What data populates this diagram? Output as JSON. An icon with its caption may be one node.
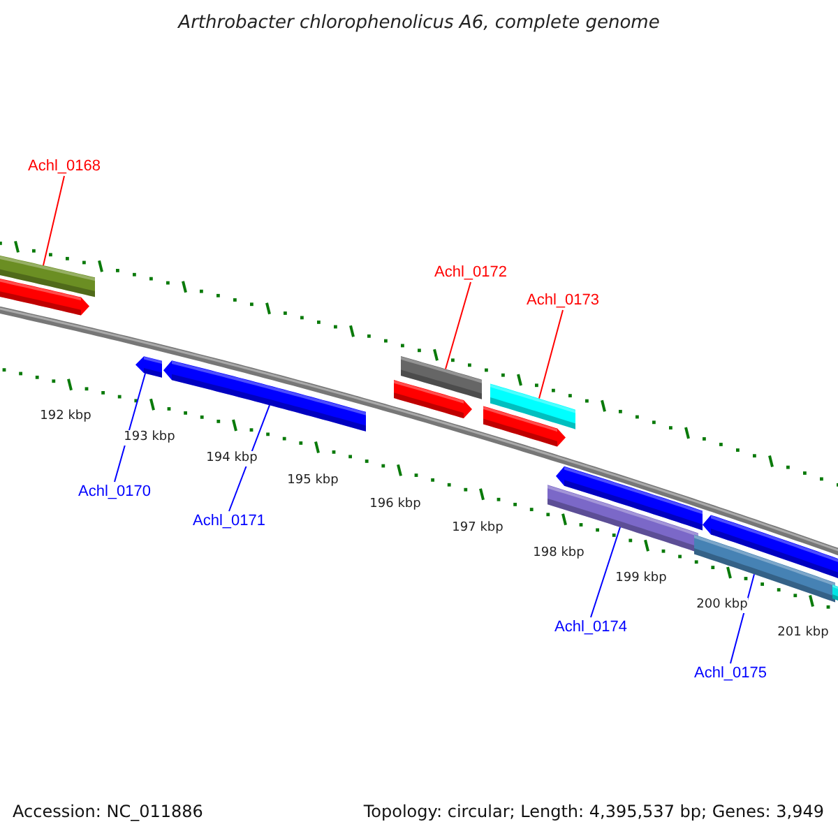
{
  "diagram": {
    "title": "Arthrobacter chlorophenolicus A6, complete genome",
    "nodes": [
      {
        "text": [
          "Achl_0168"
        ]
      },
      {
        "text": [],
        "shape": "bar"
      },
      {
        "text": [
          "Achl_0172"
        ]
      },
      {
        "text": [],
        "shape": "bar"
      },
      {
        "text": [
          "Achl_0173"
        ]
      },
      {
        "text": [],
        "shape": "bar"
      },
      {
        "text": [],
        "shape": "arrow"
      },
      {
        "text": [
          "Achl_0170"
        ]
      },
      {
        "text": [],
        "shape": "arrow"
      },
      {
        "text": [
          "Achl_0171"
        ]
      },
      {
        "text": [],
        "shape": "bar"
      },
      {
        "text": [
          "Achl_0174"
        ]
      },
      {
        "text": [],
        "shape": "bar"
      },
      {
        "text": [
          "Achl_0175"
        ]
      },
      {
        "text": [],
        "shape": "arrow"
      },
      {
        "text": [],
        "shape": "arrow"
      },
      {
        "text": [],
        "shape": "arrow"
      },
      {
        "text": [],
        "shape": "arrow"
      },
      {
        "text": [],
        "shape": "arrow"
      },
      {
        "text": [],
        "shape": "bar"
      }
    ],
    "edges": [
      {
        "from": 0,
        "to": 1,
        "arrow": "none",
        "color": "#ff0000"
      },
      {
        "from": 2,
        "to": 3,
        "arrow": "none",
        "color": "#ff0000"
      },
      {
        "from": 4,
        "to": 5,
        "arrow": "none",
        "color": "#ff0000"
      },
      {
        "from": 7,
        "to": 6,
        "arrow": "none"
      },
      {
        "from": 9,
        "to": 8,
        "arrow": "none"
      },
      {
        "from": 11,
        "to": 10,
        "arrow": "none"
      },
      {
        "from": 13,
        "to": 12,
        "arrow": "none"
      }
    ],
    "labels": [
      "192 kbp",
      "193 kbp",
      "194 kbp",
      "195 kbp",
      "196 kbp",
      "197 kbp",
      "198 kbp",
      "199 kbp",
      "200 kbp",
      "201 kbp",
      "Accession: NC_011886",
      "Topology: circular; Length: 4,395,537 bp; Genes: 3,949"
    ]
  }
}
